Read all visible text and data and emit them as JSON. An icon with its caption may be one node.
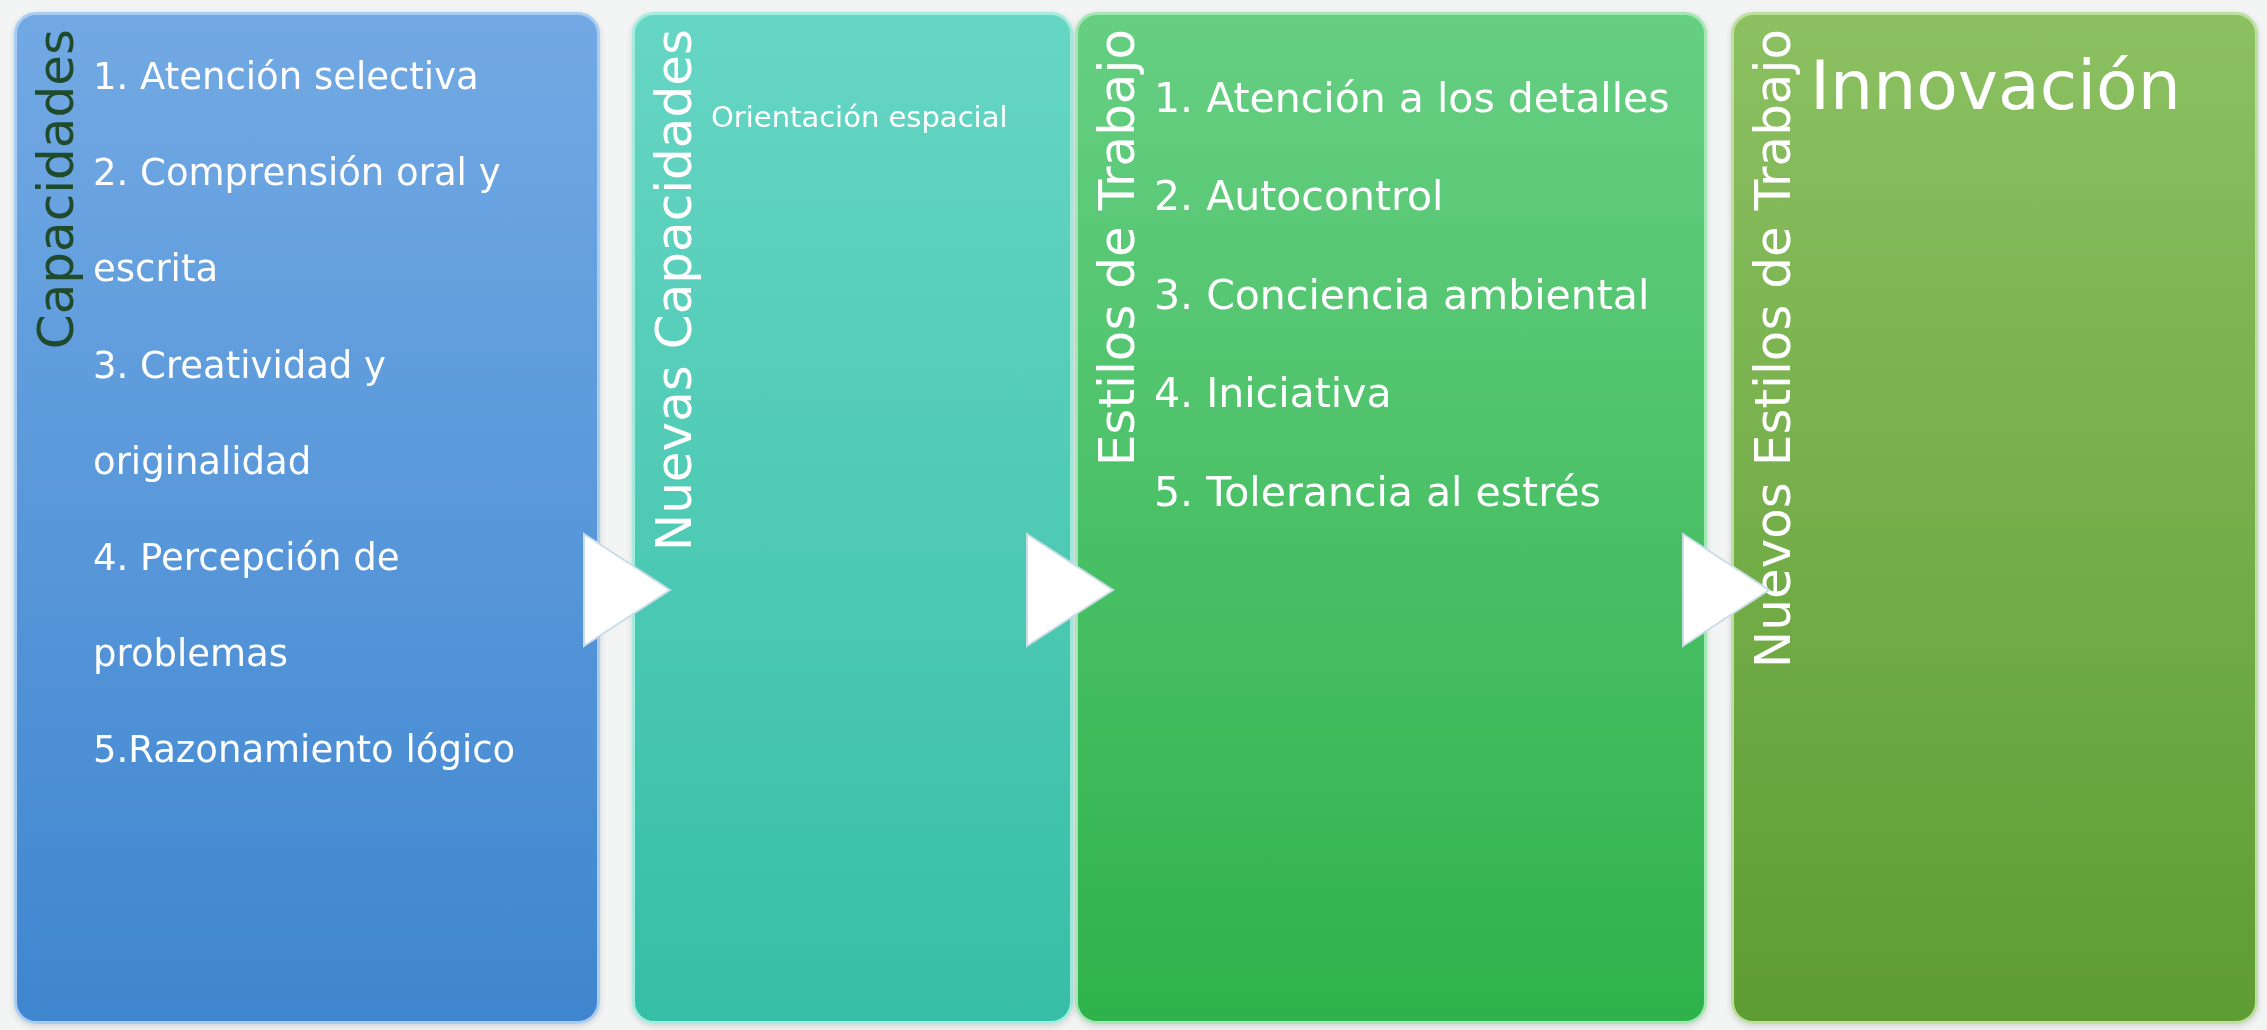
{
  "diagram": {
    "nodes": [
      {
        "text": [
          "Capacidades",
          "1. Atención selectiva",
          "2. Comprensión oral y escrita",
          "3. Creatividad y originalidad",
          "4. Percepción de problemas",
          "5.Razonamiento lógico"
        ]
      },
      {
        "text": [
          "Nuevas Capacidades",
          "Orientación espacial"
        ]
      },
      {
        "text": [
          "Estilos de Trabajo",
          "1. Atención a los detalles",
          "2. Autocontrol",
          "3. Conciencia ambiental",
          "4. Iniciativa",
          "5. Tolerancia al estrés"
        ]
      },
      {
        "text": [
          "Nuevos Estilos de Trabajo",
          "Innovación"
        ]
      }
    ],
    "edges": [
      {
        "from": 0,
        "to": 1,
        "arrow": "to"
      },
      {
        "from": 1,
        "to": 2,
        "arrow": "to"
      },
      {
        "from": 2,
        "to": 3,
        "arrow": "to"
      }
    ]
  }
}
